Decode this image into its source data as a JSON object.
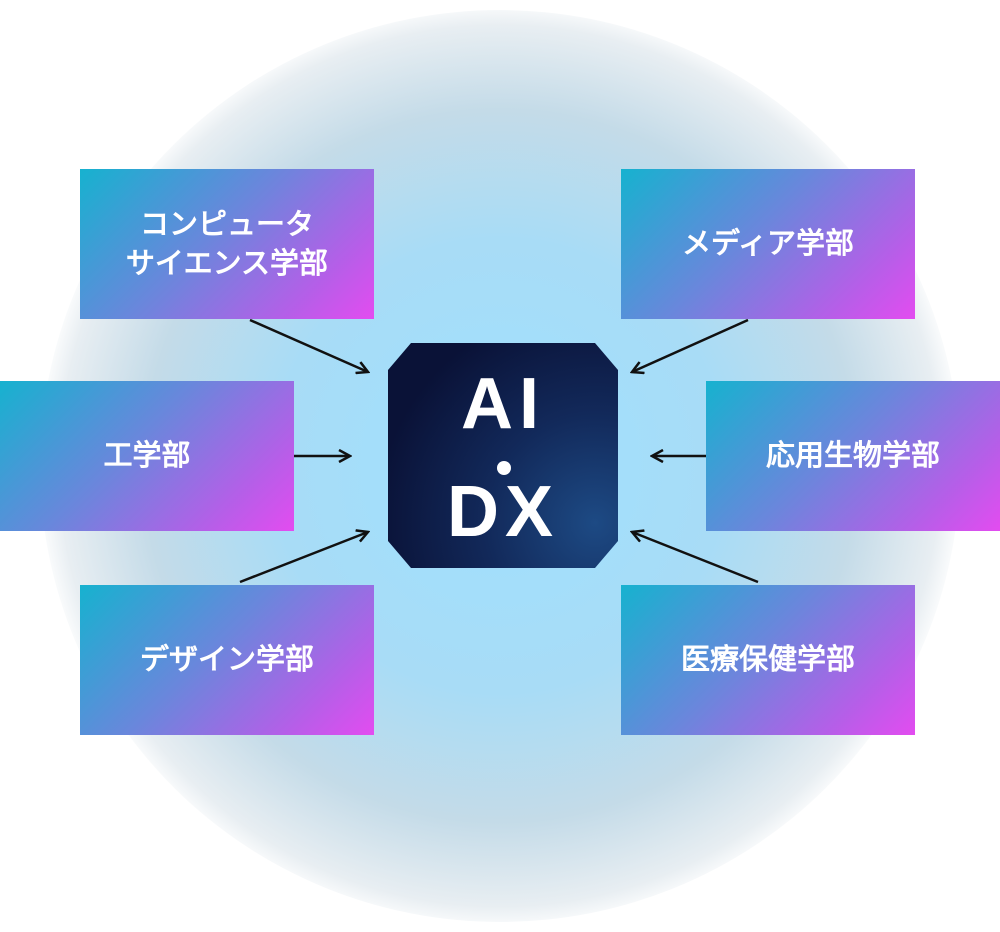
{
  "center": {
    "line1": "AI",
    "line2": "DX"
  },
  "departments": {
    "computer_science": {
      "line1": "コンピュータ",
      "line2": "サイエンス学部"
    },
    "engineering": "工学部",
    "design": "デザイン学部",
    "media": "メディア学部",
    "applied_biology": "応用生物学部",
    "health_sciences": "医療保健学部"
  },
  "colors": {
    "gradient_start": "#16b2cf",
    "gradient_end": "#e34cf0",
    "chip": "#0a1237"
  }
}
